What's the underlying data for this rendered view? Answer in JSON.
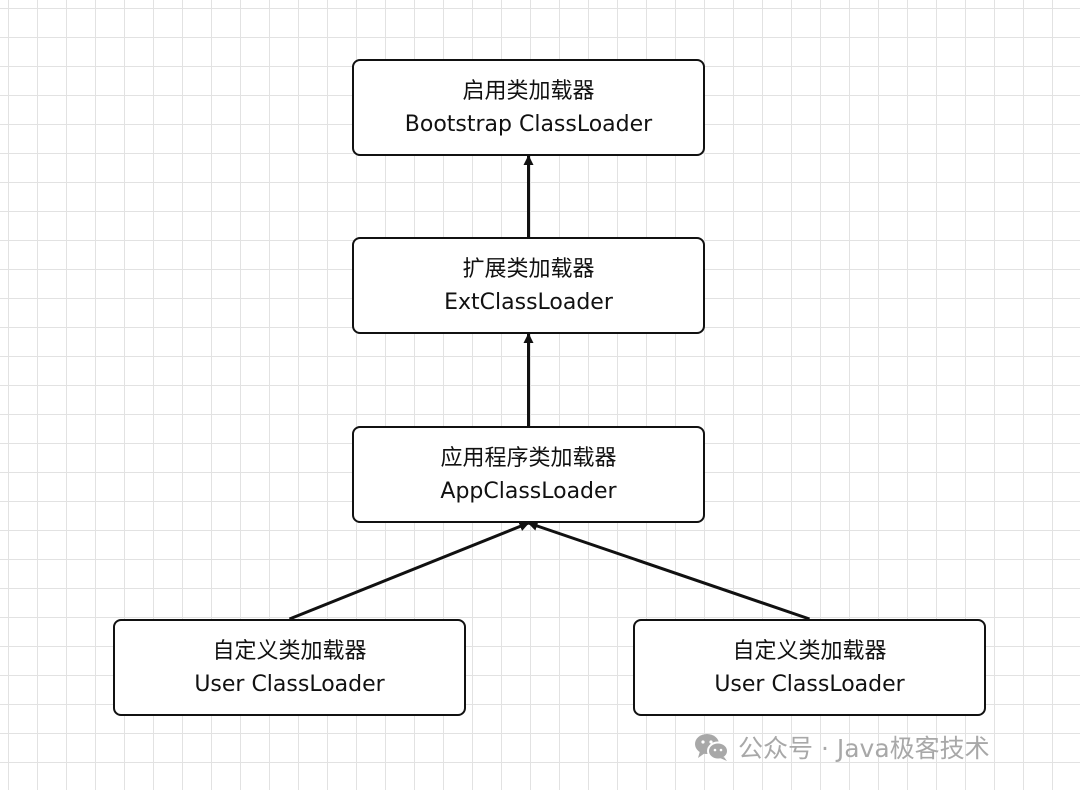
{
  "nodes": {
    "bootstrap": {
      "title": "启用类加载器",
      "name": "Bootstrap ClassLoader"
    },
    "ext": {
      "title": "扩展类加载器",
      "name": "ExtClassLoader"
    },
    "app": {
      "title": "应用程序类加载器",
      "name": "AppClassLoader"
    },
    "user_left": {
      "title": "自定义类加载器",
      "name": "User ClassLoader"
    },
    "user_right": {
      "title": "自定义类加载器",
      "name": "User ClassLoader"
    }
  },
  "edges": [
    {
      "from": "ext",
      "to": "bootstrap"
    },
    {
      "from": "app",
      "to": "ext"
    },
    {
      "from": "user_left",
      "to": "app"
    },
    {
      "from": "user_right",
      "to": "app"
    }
  ],
  "watermark": {
    "text": "公众号 · Java极客技术",
    "icon": "wechat-icon"
  },
  "colors": {
    "line": "#111111",
    "grid": "#e2e2e2",
    "watermark": "#a8a8a8"
  }
}
